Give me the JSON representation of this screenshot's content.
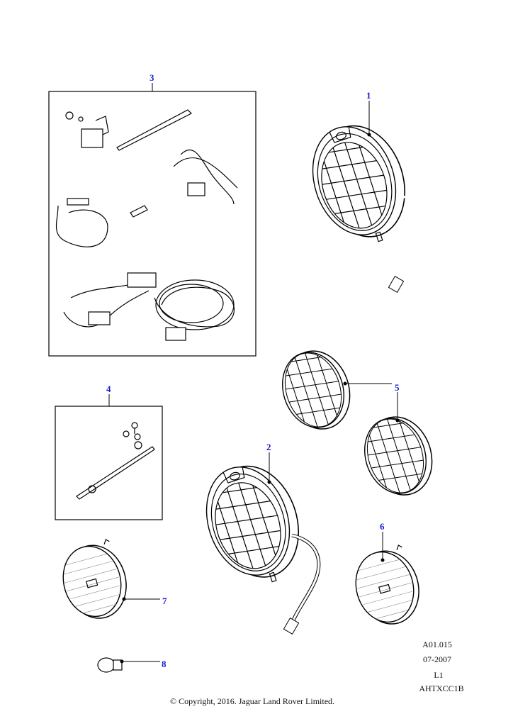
{
  "callouts": {
    "c1": "1",
    "c2": "2",
    "c3": "3",
    "c4": "4",
    "c5": "5",
    "c6": "6",
    "c7": "7",
    "c8": "8"
  },
  "footer": {
    "ref": "A01.015",
    "date": "07-2007",
    "level": "L1",
    "code": "AHTXCC1B",
    "copyright": "© Copyright, 2016. Jaguar Land Rover Limited."
  },
  "colors": {
    "callout": "#1a1ad8",
    "line": "#000000"
  }
}
